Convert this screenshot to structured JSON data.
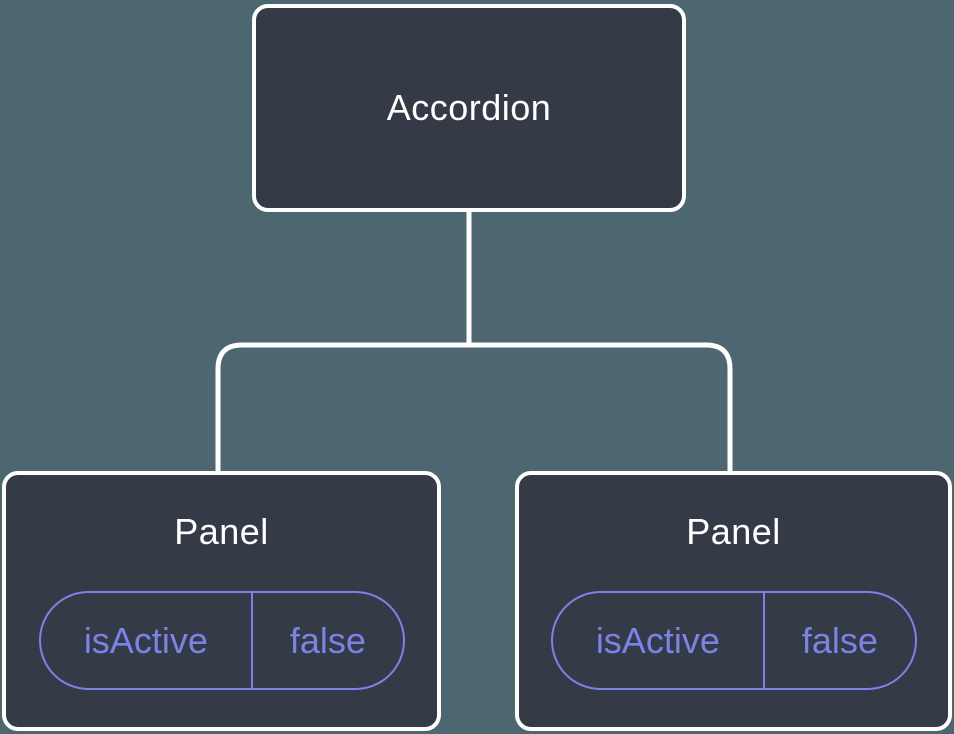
{
  "diagram": {
    "description": "Component tree: Accordion parent with two Panel children, each holding isActive=false state",
    "root": {
      "label": "Accordion"
    },
    "children": [
      {
        "label": "Panel",
        "state": {
          "name": "isActive",
          "value": "false"
        }
      },
      {
        "label": "Panel",
        "state": {
          "name": "isActive",
          "value": "false"
        }
      }
    ],
    "colors": {
      "background": "#4d6770",
      "node_fill": "#343a46",
      "node_border": "#ffffff",
      "node_text": "#ffffff",
      "connector": "#ffffff",
      "state_accent": "#7c83e8"
    }
  }
}
